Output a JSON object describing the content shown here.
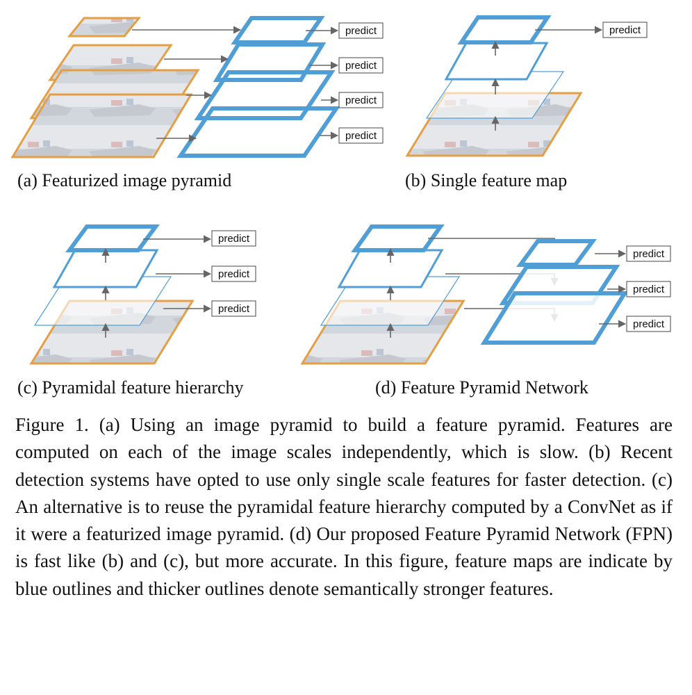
{
  "colors": {
    "feature_map": "#4f9fd6",
    "image_border": "#e39a3b",
    "arrow": "#666666"
  },
  "panels": {
    "a": {
      "caption": "(a) Featurized image pyramid",
      "predict_labels": [
        "predict",
        "predict",
        "predict",
        "predict"
      ]
    },
    "b": {
      "caption": "(b) Single feature map",
      "predict_labels": [
        "predict"
      ]
    },
    "c": {
      "caption": "(c) Pyramidal feature hierarchy",
      "predict_labels": [
        "predict",
        "predict",
        "predict"
      ]
    },
    "d": {
      "caption": "(d) Feature Pyramid Network",
      "predict_labels": [
        "predict",
        "predict",
        "predict"
      ]
    }
  },
  "figure_caption": "Figure 1. (a) Using an image pyramid to build a feature pyramid. Features are computed on each of the image scales independently, which is slow.  (b) Recent detection systems have opted to use only single scale features for faster detection. (c) An alternative is to reuse the pyramidal feature hierarchy computed by a ConvNet as if it were a featurized image pyramid. (d) Our proposed Feature Pyramid Network (FPN) is fast like (b) and (c), but more accurate. In this figure, feature maps are indicate by blue outlines and thicker outlines denote semantically stronger features."
}
